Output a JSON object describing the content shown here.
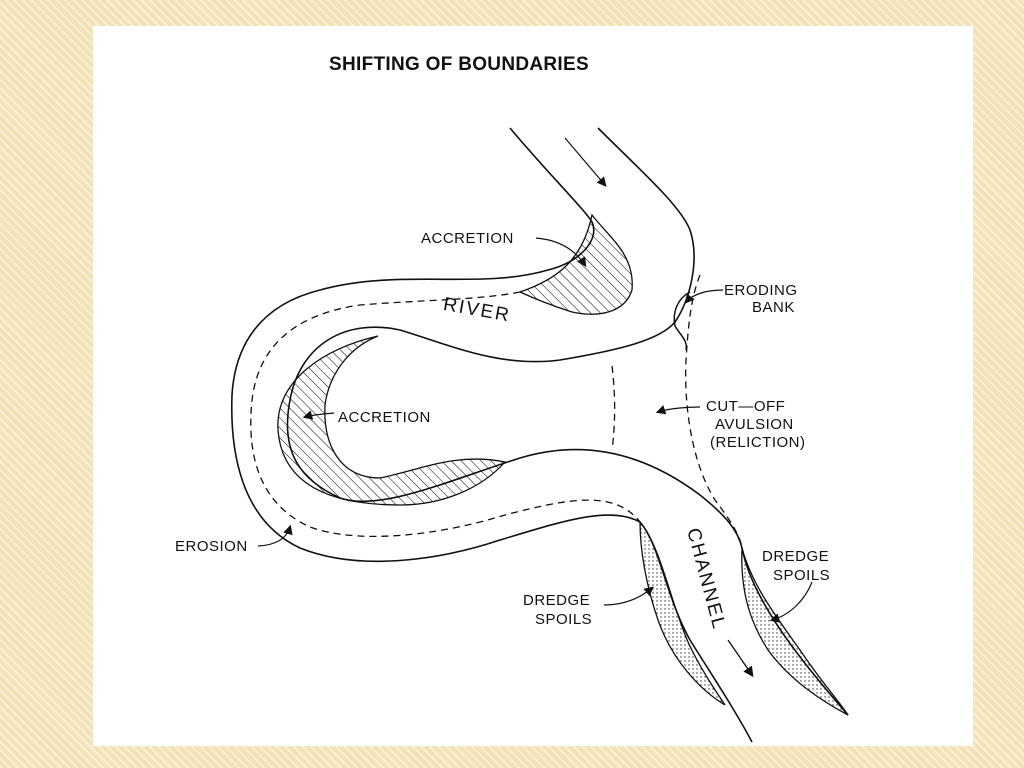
{
  "title": "SHIFTING OF BOUNDARIES",
  "labels": {
    "accretion_top": "ACCRETION",
    "accretion_mid": "ACCRETION",
    "eroding_bank_1": "ERODING",
    "eroding_bank_2": "BANK",
    "river": "RIVER",
    "cutoff_1": "CUT—OFF",
    "cutoff_2": "AVULSION",
    "cutoff_3": "(RELICTION)",
    "erosion": "EROSION",
    "channel": "CHANNEL",
    "dredge_left_1": "DREDGE",
    "dredge_left_2": "SPOILS",
    "dredge_right_1": "DREDGE",
    "dredge_right_2": "SPOILS"
  },
  "colors": {
    "background": "#f6e9c4",
    "slide": "#ffffff",
    "ink": "#111111"
  }
}
